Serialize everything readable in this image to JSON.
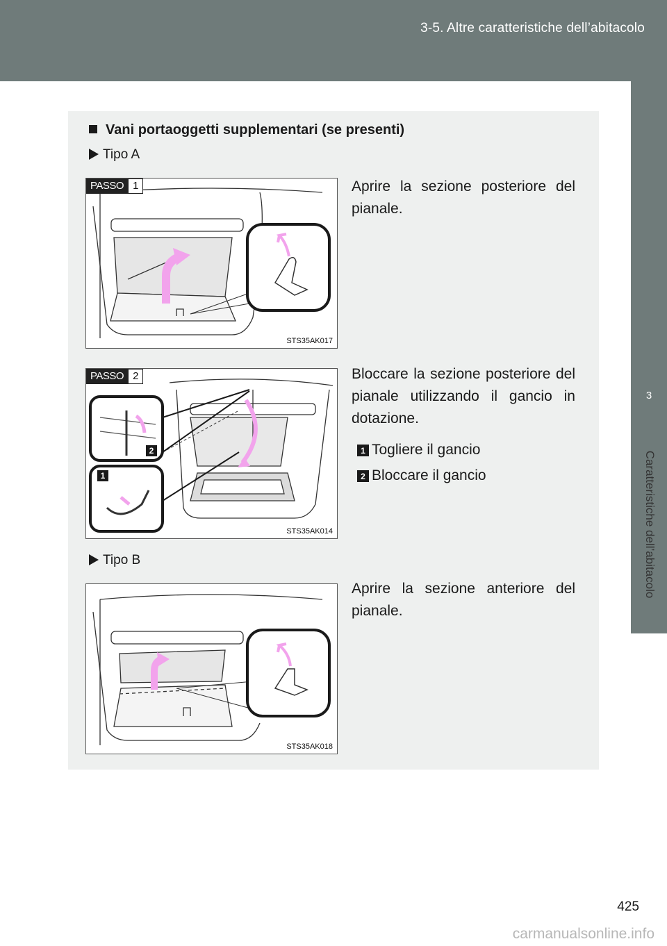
{
  "header": {
    "section": "3-5. Altre caratteristiche dell’abitacolo"
  },
  "side_tab": {
    "number": "3",
    "label": "Caratteristiche dell’abitacolo"
  },
  "section_title": "Vani portaoggetti supplementari (se presenti)",
  "type_a": {
    "label": "Tipo A",
    "steps": [
      {
        "step_word": "PASSO",
        "step_num": "1",
        "text": "Aprire la sezione posteriore del pianale.",
        "figure_code": "STS35AK017"
      },
      {
        "step_word": "PASSO",
        "step_num": "2",
        "text": "Bloccare la sezione posteriore del pianale utilizzando il gancio in dotazione.",
        "figure_code": "STS35AK014",
        "items": [
          {
            "num": "1",
            "text": "Togliere il gancio"
          },
          {
            "num": "2",
            "text": "Bloccare il gancio"
          }
        ]
      }
    ]
  },
  "type_b": {
    "label": "Tipo B",
    "text": "Aprire la sezione anteriore del pianale.",
    "figure_code": "STS35AK018"
  },
  "page_number": "425",
  "watermark": "carmanualsonline.info",
  "colors": {
    "band": "#6f7b7a",
    "content_bg": "#eef0ef",
    "arrow": "#f2a3ec"
  }
}
